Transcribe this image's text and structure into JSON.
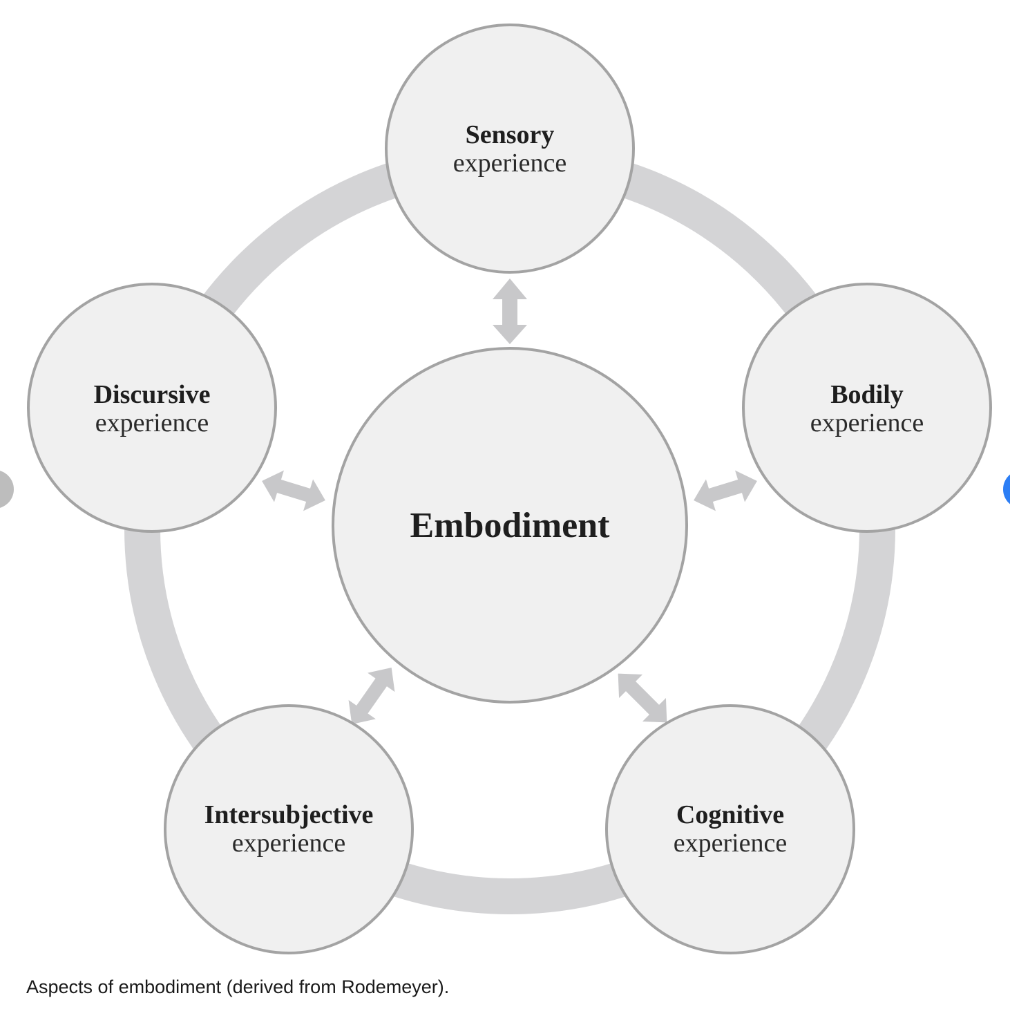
{
  "diagram": {
    "center": {
      "label": "Embodiment"
    },
    "nodes": [
      {
        "id": "sensory",
        "title": "Sensory",
        "subtitle": "experience"
      },
      {
        "id": "bodily",
        "title": "Bodily",
        "subtitle": "experience"
      },
      {
        "id": "cognitive",
        "title": "Cognitive",
        "subtitle": "experience"
      },
      {
        "id": "intersubjective",
        "title": "Intersubjective",
        "subtitle": "experience"
      },
      {
        "id": "discursive",
        "title": "Discursive",
        "subtitle": "experience"
      }
    ]
  },
  "caption": "Aspects of embodiment (derived from Rodemeyer).",
  "colors": {
    "ring": "#d4d4d6",
    "node_fill": "#f0f0f0",
    "node_stroke": "#a3a3a3",
    "arrow": "#c8c8ca",
    "nav_left": "#bdbdbd",
    "nav_right": "#2c7ef5"
  }
}
